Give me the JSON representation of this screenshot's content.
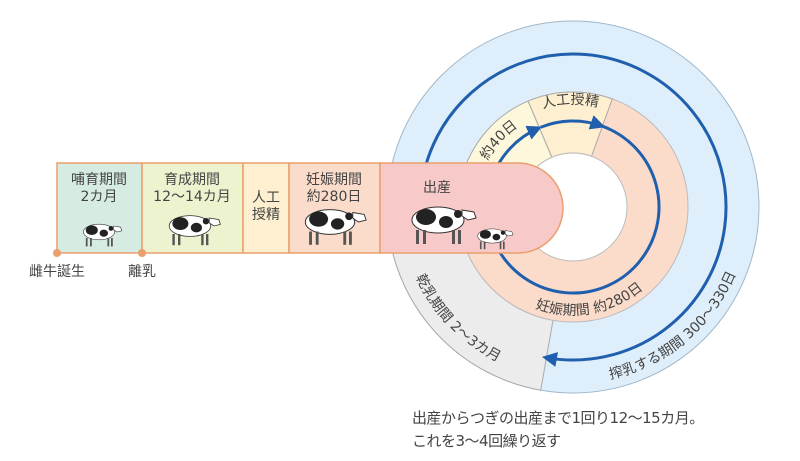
{
  "stages": [
    {
      "title": "哺育期間",
      "duration": "2カ月"
    },
    {
      "title": "育成期間",
      "duration": "12〜14カ月"
    },
    {
      "title": "人工",
      "duration": "授精"
    },
    {
      "title": "妊娠期間",
      "duration": "約280日"
    },
    {
      "title": "出産"
    }
  ],
  "milestones": {
    "birth": "雌牛誕生",
    "weaning": "離乳"
  },
  "cycle": {
    "to_insemination": "約40日",
    "insemination": "人工授精",
    "pregnancy": "妊娠期間 約280日",
    "dry_period": "乾乳期間 2〜3カ月",
    "milking_period": "搾乳する期間 300〜330日"
  },
  "note": {
    "line1": "出産からつぎの出産まで1回り12〜15カ月。",
    "line2": "これを3〜4回繰り返す"
  },
  "colors": {
    "nursing": "#d6ece2",
    "rearing": "#eef3cf",
    "insemination": "#fdefcf",
    "pregnancy": "#fbdccb",
    "birth": "#f8c9c9",
    "outer_ring": "#deeefa",
    "dry": "#ececec",
    "yellow": "#fdf8dc",
    "arrow": "#1f5fae",
    "border": "#eaa06c"
  }
}
